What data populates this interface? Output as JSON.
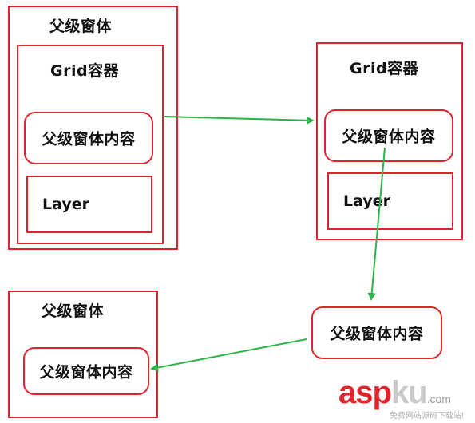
{
  "diagram": {
    "parent_window_label": "父级窗体",
    "grid_container_label": "Grid容器",
    "parent_content_label": "父级窗体内容",
    "layer_label": "Layer"
  },
  "colors": {
    "box_border": "#e0242c",
    "arrow": "#2db34a"
  },
  "watermark": {
    "asp": "asp",
    "ku": "ku",
    "com": ".com",
    "tagline": "免费网站源码下载站!"
  }
}
